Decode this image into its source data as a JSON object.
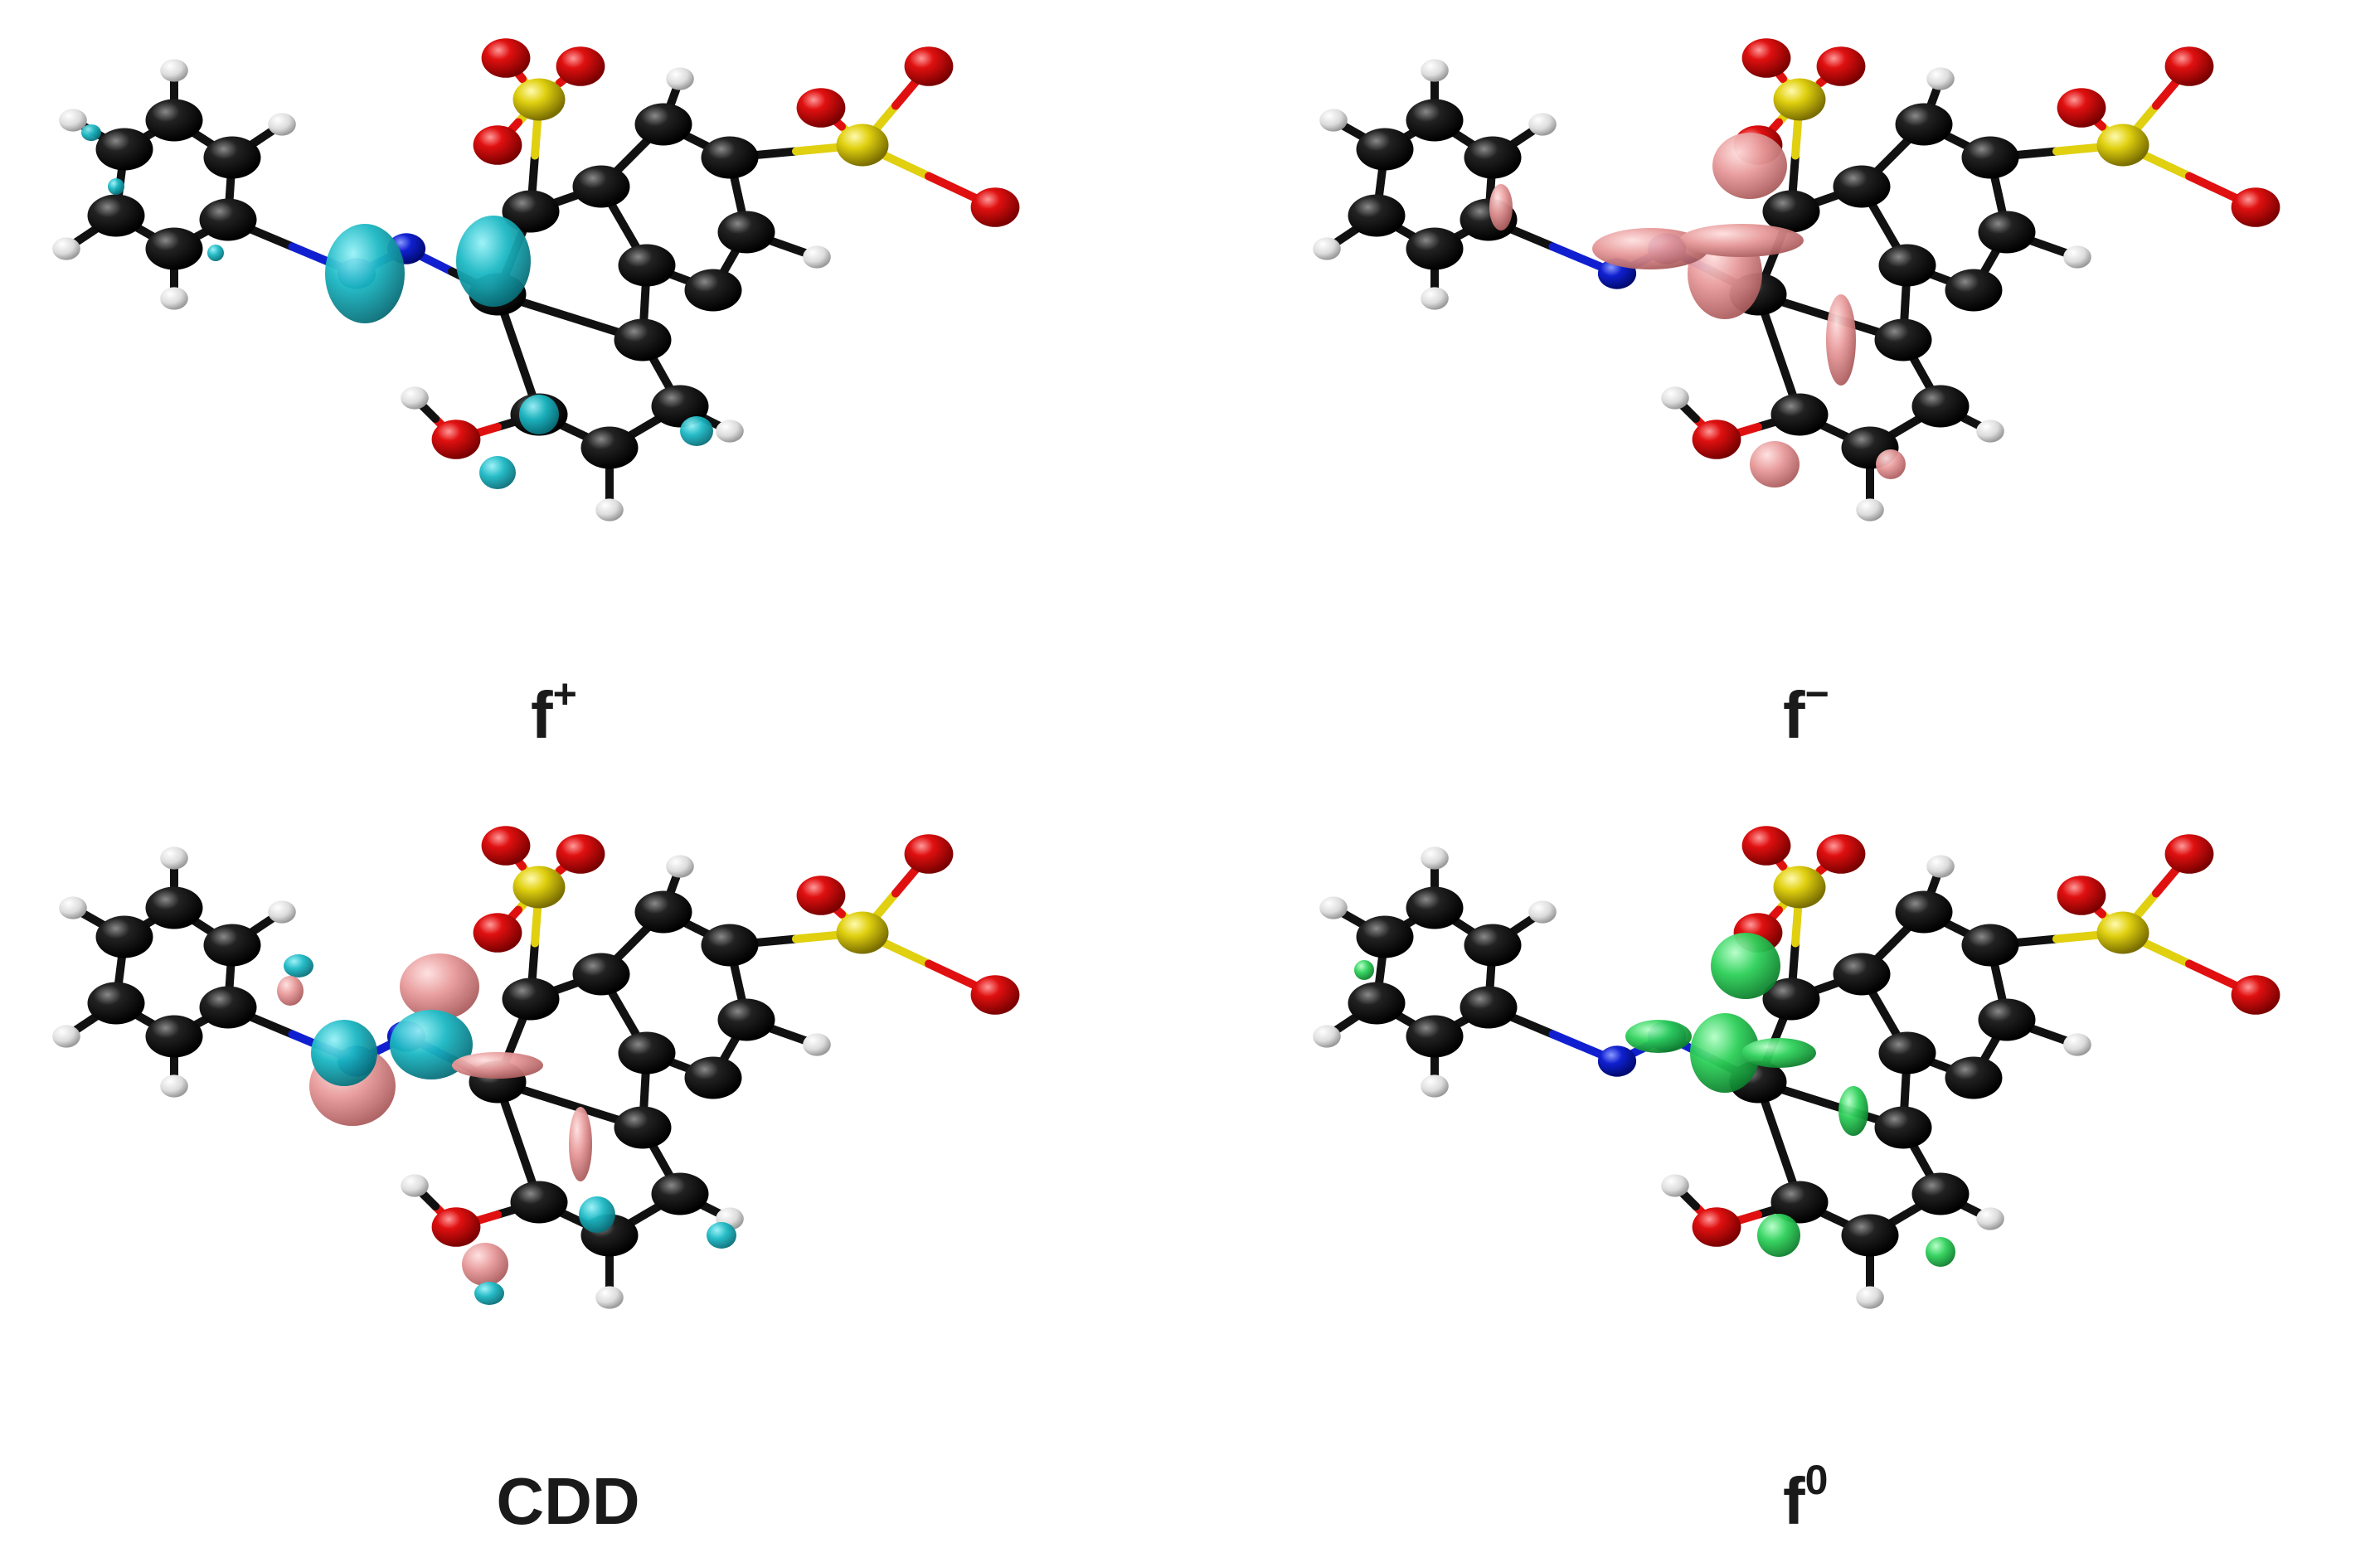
{
  "panels": [
    {
      "id": "fplus",
      "label_base": "f",
      "label_sup": "+",
      "lobe_color": "#1bb8c4",
      "lobe_edge": "#0a7f8c"
    },
    {
      "id": "fminus",
      "label_base": "f",
      "label_sup": "−",
      "lobe_color": "#e89a9a",
      "lobe_edge": "#b56565"
    },
    {
      "id": "cdd",
      "label_base": "CDD",
      "label_sup": "",
      "lobe_color": "#1bb8c4",
      "lobe_color_2": "#e89a9a"
    },
    {
      "id": "fzero",
      "label_base": "f",
      "label_sup": "0",
      "lobe_color": "#2ed15a",
      "lobe_edge": "#138a33"
    }
  ],
  "atom_colors": {
    "C": "#0a0a0a",
    "H": "#f0f0f0",
    "O": "#e01010",
    "S": "#e0d010",
    "N": "#1020d0"
  },
  "bond_color": "#111111"
}
